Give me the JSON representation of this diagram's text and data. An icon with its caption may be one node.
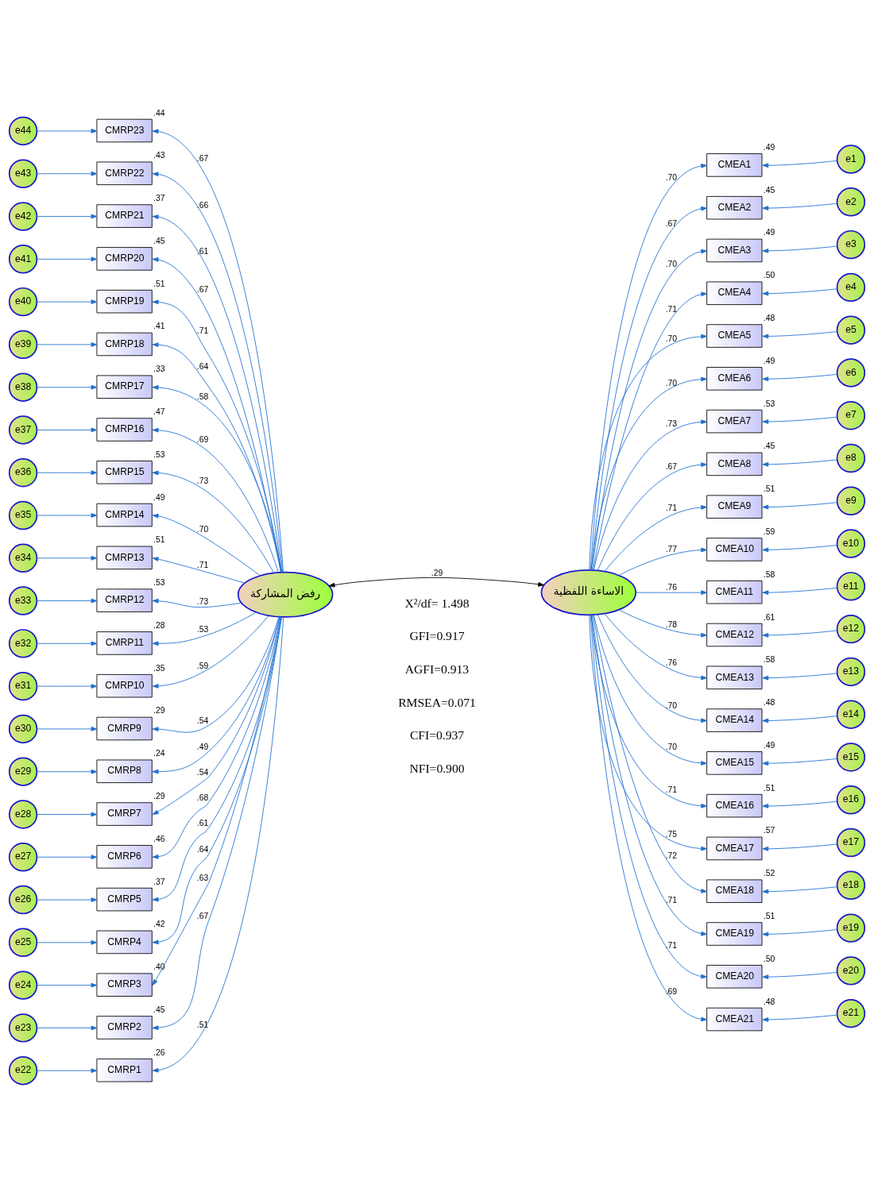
{
  "diagram": {
    "nodes": [
      {
        "text": [
          "رفض المشاركة"
        ]
      },
      {
        "text": [
          "الاساءة اللفظية"
        ]
      },
      {
        "text": [
          "CMRP23"
        ],
        "beside": [
          ".44"
        ]
      },
      {
        "text": [
          "CMRP22"
        ],
        "beside": [
          ".43"
        ]
      },
      {
        "text": [
          "CMRP21"
        ],
        "beside": [
          ".37"
        ]
      },
      {
        "text": [
          "CMRP20"
        ],
        "beside": [
          ".45"
        ]
      },
      {
        "text": [
          "CMRP19"
        ],
        "beside": [
          ".51"
        ]
      },
      {
        "text": [
          "CMRP18"
        ],
        "beside": [
          ".41"
        ]
      },
      {
        "text": [
          "CMRP17"
        ],
        "beside": [
          ".33"
        ]
      },
      {
        "text": [
          "CMRP16"
        ],
        "beside": [
          ".47"
        ]
      },
      {
        "text": [
          "CMRP15"
        ],
        "beside": [
          ".53"
        ]
      },
      {
        "text": [
          "CMRP14"
        ],
        "beside": [
          ".49"
        ]
      },
      {
        "text": [
          "CMRP13"
        ],
        "beside": [
          ".51"
        ]
      },
      {
        "text": [
          "CMRP12"
        ],
        "beside": [
          ".53"
        ]
      },
      {
        "text": [
          "CMRP11"
        ],
        "beside": [
          ".28"
        ]
      },
      {
        "text": [
          "CMRP10"
        ],
        "beside": [
          ".35"
        ]
      },
      {
        "text": [
          "CMRP9"
        ],
        "beside": [
          ".29"
        ]
      },
      {
        "text": [
          "CMRP8"
        ],
        "beside": [
          ".24"
        ]
      },
      {
        "text": [
          "CMRP7"
        ],
        "beside": [
          ".29"
        ]
      },
      {
        "text": [
          "CMRP6"
        ],
        "beside": [
          ".46"
        ]
      },
      {
        "text": [
          "CMRP5"
        ],
        "beside": [
          ".37"
        ]
      },
      {
        "text": [
          "CMRP4"
        ],
        "beside": [
          ".42"
        ]
      },
      {
        "text": [
          "CMRP3"
        ],
        "beside": [
          ".40"
        ]
      },
      {
        "text": [
          "CMRP2"
        ],
        "beside": [
          ".45"
        ]
      },
      {
        "text": [
          "CMRP1"
        ],
        "beside": [
          ".26"
        ]
      },
      {
        "text": [
          "e44"
        ]
      },
      {
        "text": [
          "e43"
        ]
      },
      {
        "text": [
          "e42"
        ]
      },
      {
        "text": [
          "e41"
        ]
      },
      {
        "text": [
          "e40"
        ]
      },
      {
        "text": [
          "e39"
        ]
      },
      {
        "text": [
          "e38"
        ]
      },
      {
        "text": [
          "e37"
        ]
      },
      {
        "text": [
          "e36"
        ]
      },
      {
        "text": [
          "e35"
        ]
      },
      {
        "text": [
          "e34"
        ]
      },
      {
        "text": [
          "e33"
        ]
      },
      {
        "text": [
          "e32"
        ]
      },
      {
        "text": [
          "e31"
        ]
      },
      {
        "text": [
          "e30"
        ]
      },
      {
        "text": [
          "e29"
        ]
      },
      {
        "text": [
          "e28"
        ]
      },
      {
        "text": [
          "e27"
        ]
      },
      {
        "text": [
          "e26"
        ]
      },
      {
        "text": [
          "e25"
        ]
      },
      {
        "text": [
          "e24"
        ]
      },
      {
        "text": [
          "e23"
        ]
      },
      {
        "text": [
          "e22"
        ]
      },
      {
        "text": [
          "CMEA1"
        ],
        "beside": [
          ".49"
        ]
      },
      {
        "text": [
          "CMEA2"
        ],
        "beside": [
          ".45"
        ]
      },
      {
        "text": [
          "CMEA3"
        ],
        "beside": [
          ".49"
        ]
      },
      {
        "text": [
          "CMEA4"
        ],
        "beside": [
          ".50"
        ]
      },
      {
        "text": [
          "CMEA5"
        ],
        "beside": [
          ".48"
        ]
      },
      {
        "text": [
          "CMEA6"
        ],
        "beside": [
          ".49"
        ]
      },
      {
        "text": [
          "CMEA7"
        ],
        "beside": [
          ".53"
        ]
      },
      {
        "text": [
          "CMEA8"
        ],
        "beside": [
          ".45"
        ]
      },
      {
        "text": [
          "CMEA9"
        ],
        "beside": [
          ".51"
        ]
      },
      {
        "text": [
          "CMEA10"
        ],
        "beside": [
          ".59"
        ]
      },
      {
        "text": [
          "CMEA11"
        ],
        "beside": [
          ".58"
        ]
      },
      {
        "text": [
          "CMEA12"
        ],
        "beside": [
          ".61"
        ]
      },
      {
        "text": [
          "CMEA13"
        ],
        "beside": [
          ".58"
        ]
      },
      {
        "text": [
          "CMEA14"
        ],
        "beside": [
          ".48"
        ]
      },
      {
        "text": [
          "CMEA15"
        ],
        "beside": [
          ".49"
        ]
      },
      {
        "text": [
          "CMEA16"
        ],
        "beside": [
          ".51"
        ]
      },
      {
        "text": [
          "CMEA17"
        ],
        "beside": [
          ".57"
        ]
      },
      {
        "text": [
          "CMEA18"
        ],
        "beside": [
          ".52"
        ]
      },
      {
        "text": [
          "CMEA19"
        ],
        "beside": [
          ".51"
        ]
      },
      {
        "text": [
          "CMEA20"
        ],
        "beside": [
          ".50"
        ]
      },
      {
        "text": [
          "CMEA21"
        ],
        "beside": [
          ".48"
        ]
      },
      {
        "text": [
          "e1"
        ]
      },
      {
        "text": [
          "e2"
        ]
      },
      {
        "text": [
          "e3"
        ]
      },
      {
        "text": [
          "e4"
        ]
      },
      {
        "text": [
          "e5"
        ]
      },
      {
        "text": [
          "e6"
        ]
      },
      {
        "text": [
          "e7"
        ]
      },
      {
        "text": [
          "e8"
        ]
      },
      {
        "text": [
          "e9"
        ]
      },
      {
        "text": [
          "e10"
        ]
      },
      {
        "text": [
          "e11"
        ]
      },
      {
        "text": [
          "e12"
        ]
      },
      {
        "text": [
          "e13"
        ]
      },
      {
        "text": [
          "e14"
        ]
      },
      {
        "text": [
          "e15"
        ]
      },
      {
        "text": [
          "e16"
        ]
      },
      {
        "text": [
          "e17"
        ]
      },
      {
        "text": [
          "e18"
        ]
      },
      {
        "text": [
          "e19"
        ]
      },
      {
        "text": [
          "e20"
        ]
      },
      {
        "text": [
          "e21"
        ]
      }
    ],
    "edges": [
      {
        "from": 0,
        "to": 1,
        "arrow": "both",
        "label": ".29",
        "color": "#000000"
      },
      {
        "from": 0,
        "to": 2,
        "arrow": "to",
        "label": ".67"
      },
      {
        "from": 0,
        "to": 3,
        "arrow": "to",
        "label": ".66"
      },
      {
        "from": 0,
        "to": 4,
        "arrow": "to",
        "label": ".61"
      },
      {
        "from": 0,
        "to": 5,
        "arrow": "to",
        "label": ".67"
      },
      {
        "from": 0,
        "to": 6,
        "arrow": "to",
        "label": ".71"
      },
      {
        "from": 0,
        "to": 7,
        "arrow": "to",
        "label": ".64"
      },
      {
        "from": 0,
        "to": 8,
        "arrow": "to",
        "label": ".58"
      },
      {
        "from": 0,
        "to": 9,
        "arrow": "to",
        "label": ".69"
      },
      {
        "from": 0,
        "to": 10,
        "arrow": "to",
        "label": ".73"
      },
      {
        "from": 0,
        "to": 11,
        "arrow": "to",
        "label": ".70"
      },
      {
        "from": 0,
        "to": 12,
        "arrow": "to",
        "label": ".71"
      },
      {
        "from": 0,
        "to": 13,
        "arrow": "to",
        "label": ".73"
      },
      {
        "from": 0,
        "to": 14,
        "arrow": "to",
        "label": ".53"
      },
      {
        "from": 0,
        "to": 15,
        "arrow": "to",
        "label": ".59"
      },
      {
        "from": 0,
        "to": 16,
        "arrow": "to",
        "label": ".54"
      },
      {
        "from": 0,
        "to": 17,
        "arrow": "to",
        "label": ".49"
      },
      {
        "from": 0,
        "to": 18,
        "arrow": "to",
        "label": ".54"
      },
      {
        "from": 0,
        "to": 19,
        "arrow": "to",
        "label": ".68"
      },
      {
        "from": 0,
        "to": 20,
        "arrow": "to",
        "label": ".61"
      },
      {
        "from": 0,
        "to": 21,
        "arrow": "to",
        "label": ".64"
      },
      {
        "from": 0,
        "to": 22,
        "arrow": "to",
        "label": ".63"
      },
      {
        "from": 0,
        "to": 23,
        "arrow": "to",
        "label": ".67"
      },
      {
        "from": 0,
        "to": 24,
        "arrow": "to",
        "label": ".51"
      },
      {
        "from": 25,
        "to": 2,
        "arrow": "to"
      },
      {
        "from": 26,
        "to": 3,
        "arrow": "to"
      },
      {
        "from": 27,
        "to": 4,
        "arrow": "to"
      },
      {
        "from": 28,
        "to": 5,
        "arrow": "to"
      },
      {
        "from": 29,
        "to": 6,
        "arrow": "to"
      },
      {
        "from": 30,
        "to": 7,
        "arrow": "to"
      },
      {
        "from": 31,
        "to": 8,
        "arrow": "to"
      },
      {
        "from": 32,
        "to": 9,
        "arrow": "to"
      },
      {
        "from": 33,
        "to": 10,
        "arrow": "to"
      },
      {
        "from": 34,
        "to": 11,
        "arrow": "to"
      },
      {
        "from": 35,
        "to": 12,
        "arrow": "to"
      },
      {
        "from": 36,
        "to": 13,
        "arrow": "to"
      },
      {
        "from": 37,
        "to": 14,
        "arrow": "to"
      },
      {
        "from": 38,
        "to": 15,
        "arrow": "to"
      },
      {
        "from": 39,
        "to": 16,
        "arrow": "to"
      },
      {
        "from": 40,
        "to": 17,
        "arrow": "to"
      },
      {
        "from": 41,
        "to": 18,
        "arrow": "to"
      },
      {
        "from": 42,
        "to": 19,
        "arrow": "to"
      },
      {
        "from": 43,
        "to": 20,
        "arrow": "to"
      },
      {
        "from": 44,
        "to": 21,
        "arrow": "to"
      },
      {
        "from": 45,
        "to": 22,
        "arrow": "to"
      },
      {
        "from": 46,
        "to": 23,
        "arrow": "to"
      },
      {
        "from": 47,
        "to": 24,
        "arrow": "to"
      },
      {
        "from": 1,
        "to": 48,
        "arrow": "to",
        "label": ".70"
      },
      {
        "from": 1,
        "to": 49,
        "arrow": "to",
        "label": ".67"
      },
      {
        "from": 1,
        "to": 50,
        "arrow": "to",
        "label": ".70"
      },
      {
        "from": 1,
        "to": 51,
        "arrow": "to",
        "label": ".71"
      },
      {
        "from": 1,
        "to": 52,
        "arrow": "to",
        "label": ".70"
      },
      {
        "from": 1,
        "to": 53,
        "arrow": "to",
        "label": ".70"
      },
      {
        "from": 1,
        "to": 54,
        "arrow": "to",
        "label": ".73"
      },
      {
        "from": 1,
        "to": 55,
        "arrow": "to",
        "label": ".67"
      },
      {
        "from": 1,
        "to": 56,
        "arrow": "to",
        "label": ".71"
      },
      {
        "from": 1,
        "to": 57,
        "arrow": "to",
        "label": ".77"
      },
      {
        "from": 1,
        "to": 58,
        "arrow": "to",
        "label": ".76"
      },
      {
        "from": 1,
        "to": 59,
        "arrow": "to",
        "label": ".78"
      },
      {
        "from": 1,
        "to": 60,
        "arrow": "to",
        "label": ".76"
      },
      {
        "from": 1,
        "to": 61,
        "arrow": "to",
        "label": ".70"
      },
      {
        "from": 1,
        "to": 62,
        "arrow": "to",
        "label": ".70"
      },
      {
        "from": 1,
        "to": 63,
        "arrow": "to",
        "label": ".71"
      },
      {
        "from": 1,
        "to": 64,
        "arrow": "to",
        "label": ".75"
      },
      {
        "from": 1,
        "to": 65,
        "arrow": "to",
        "label": ".72"
      },
      {
        "from": 1,
        "to": 66,
        "arrow": "to",
        "label": ".71"
      },
      {
        "from": 1,
        "to": 67,
        "arrow": "to",
        "label": ".71"
      },
      {
        "from": 1,
        "to": 68,
        "arrow": "to",
        "label": ".69"
      },
      {
        "from": 69,
        "to": 48,
        "arrow": "to"
      },
      {
        "from": 70,
        "to": 49,
        "arrow": "to"
      },
      {
        "from": 71,
        "to": 50,
        "arrow": "to"
      },
      {
        "from": 72,
        "to": 51,
        "arrow": "to"
      },
      {
        "from": 73,
        "to": 52,
        "arrow": "to"
      },
      {
        "from": 74,
        "to": 53,
        "arrow": "to"
      },
      {
        "from": 75,
        "to": 54,
        "arrow": "to"
      },
      {
        "from": 76,
        "to": 55,
        "arrow": "to"
      },
      {
        "from": 77,
        "to": 56,
        "arrow": "to"
      },
      {
        "from": 78,
        "to": 57,
        "arrow": "to"
      },
      {
        "from": 79,
        "to": 58,
        "arrow": "to"
      },
      {
        "from": 80,
        "to": 59,
        "arrow": "to"
      },
      {
        "from": 81,
        "to": 60,
        "arrow": "to"
      },
      {
        "from": 82,
        "to": 61,
        "arrow": "to"
      },
      {
        "from": 83,
        "to": 62,
        "arrow": "to"
      },
      {
        "from": 84,
        "to": 63,
        "arrow": "to"
      },
      {
        "from": 85,
        "to": 64,
        "arrow": "to"
      },
      {
        "from": 86,
        "to": 65,
        "arrow": "to"
      },
      {
        "from": 87,
        "to": 66,
        "arrow": "to"
      },
      {
        "from": 88,
        "to": 67,
        "arrow": "to"
      },
      {
        "from": 89,
        "to": 68,
        "arrow": "to"
      }
    ],
    "labels": [
      "X²/df= 1.498",
      "GFI=0.917",
      "AGFI=0.913",
      "RMSEA=0.071",
      "CFI=0.937",
      "NFI=0.900"
    ]
  }
}
